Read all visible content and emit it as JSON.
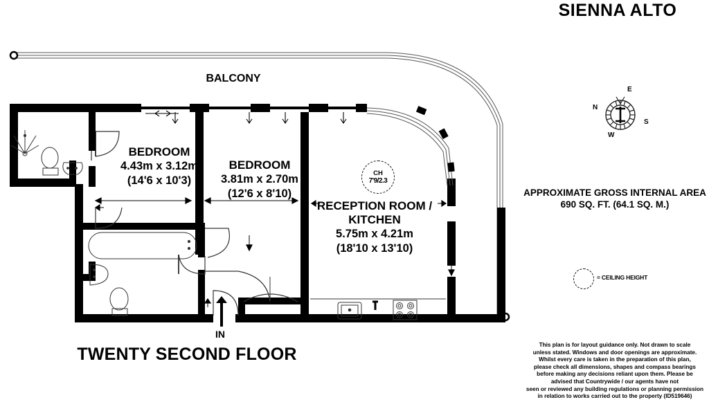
{
  "property": {
    "title": "SIENNA ALTO",
    "floor_label": "TWENTY SECOND FLOOR"
  },
  "area": {
    "heading": "APPROXIMATE GROSS INTERNAL AREA",
    "value": "690 SQ. FT. (64.1 SQ. M.)"
  },
  "rooms": [
    {
      "id": "bedroom-1",
      "name": "BEDROOM",
      "dim_metric": "4.43m x 3.12m",
      "dim_imperial": "(14'6 x 10'3)"
    },
    {
      "id": "bedroom-2",
      "name": "BEDROOM",
      "dim_metric": "3.81m x 2.70m",
      "dim_imperial": "(12'6 x 8'10)"
    },
    {
      "id": "reception-kitchen",
      "name_line1": "RECEPTION ROOM /",
      "name_line2": "KITCHEN",
      "dim_metric": "5.75m x 4.21m",
      "dim_imperial": "(18'10 x 13'10)"
    }
  ],
  "balcony": {
    "label": "BALCONY"
  },
  "entrance": {
    "label": "IN"
  },
  "ceiling_height": {
    "abbr": "CH",
    "value": "7'9/2.3",
    "legend": "= CEILING HEIGHT"
  },
  "compass": {
    "north": "N",
    "east": "E",
    "south": "S",
    "west": "W"
  },
  "disclaimer": {
    "line1": "This plan is for layout guidance only. Not drawn to scale",
    "line2": "unless stated. Windows and door openings are approximate.",
    "line3": "Whilst every care is taken in the preparation of this plan,",
    "line4": "please check all dimensions, shapes and compass bearings",
    "line5": "before making any decisions reliant upon them. Please be",
    "line6": "advised that Countrywide / our agents have not",
    "line7": "seen or reviewed any building regulations or planning permission",
    "line8": "in relation to works carried out to the property (ID519646)"
  },
  "colors": {
    "wall": "#000000",
    "fixture_line": "#333333",
    "background": "#ffffff"
  }
}
